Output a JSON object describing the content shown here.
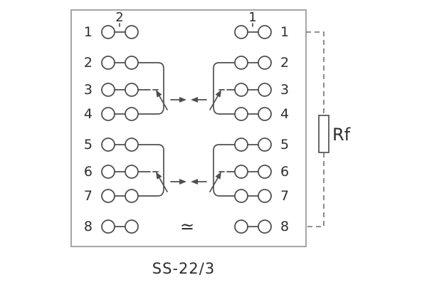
{
  "title": "SS-22/3",
  "labels": {
    "coil_left": "2",
    "coil_right": "1",
    "resistor": "Rf",
    "ac_symbol": "≃"
  },
  "terminals": {
    "left": [
      "1",
      "2",
      "3",
      "4",
      "5",
      "6",
      "7",
      "8"
    ],
    "right": [
      "1",
      "2",
      "3",
      "4",
      "5",
      "6",
      "7",
      "8"
    ]
  }
}
